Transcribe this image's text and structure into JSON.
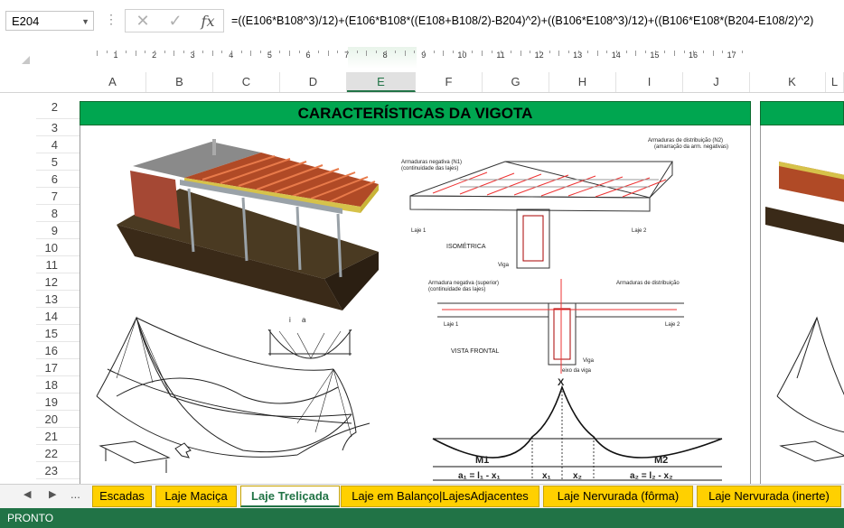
{
  "formula_bar": {
    "name_box": "E204",
    "formula": "=((E106*B108^3)/12)+(E106*B108*((E108+B108/2)-B204)^2)+((B106*E108^3)/12)+((B106*E108*(B204-E108/2)^2)",
    "cancel_icon": "x-icon",
    "enter_icon": "check-icon",
    "function_label": "fx"
  },
  "ruler": {
    "numbers": [
      "1",
      "2",
      "3",
      "4",
      "5",
      "6",
      "7",
      "8",
      "9",
      "10",
      "11",
      "12",
      "13",
      "14",
      "15",
      "16",
      "17"
    ]
  },
  "columns": [
    "A",
    "B",
    "C",
    "D",
    "E",
    "F",
    "G",
    "H",
    "I",
    "J",
    "K",
    "L"
  ],
  "active_column": "E",
  "rows": [
    "2",
    "3",
    "4",
    "5",
    "6",
    "7",
    "8",
    "9",
    "10",
    "11",
    "12",
    "13",
    "14",
    "15",
    "16",
    "17",
    "18",
    "19",
    "20",
    "21",
    "22",
    "23"
  ],
  "sheet": {
    "title": "CARACTERÍSTICAS DA VIGOTA",
    "diagram_labels": {
      "armadura_negativa": "Armaduras negativa (N1)",
      "continuidade": "(continuidade das lajes)",
      "armadura_dist": "Armaduras de distribuição (N2)",
      "amarracao": "(amarração da arm. negativas)",
      "laje1": "Laje 1",
      "laje2": "Laje 2",
      "isometrica": "ISOMÉTRICA",
      "viga": "Viga",
      "arm_neg_sup": "Armadura negativa (superior)",
      "continuidade2": "(continuidade das lajes)",
      "arm_dist2": "Armaduras de distribuição",
      "laje1b": "Laje 1",
      "laje2b": "Laje 2",
      "vista_frontal": "VISTA FRONTAL",
      "viga2": "Viga",
      "eixo": "eixo da viga",
      "x": "X",
      "m1": "M1",
      "m2": "M2",
      "a1": "a₁ = l₁ - x₁",
      "x1": "x₁",
      "x2": "x₂",
      "a2": "a₂ = l₂ - x₂",
      "i_label": "i",
      "a_label": "a"
    }
  },
  "tabs": {
    "nav_prev": "◀",
    "nav_next": "▶",
    "ellipsis": "...",
    "items": [
      "Escadas",
      "Laje Maciça",
      "Laje Treliçada",
      "Laje em Balanço|LajesAdjacentes",
      "Laje Nervurada (fôrma)",
      "Laje Nervurada (inerte)"
    ],
    "active": "Laje Treliçada"
  },
  "status": {
    "text": "PRONTO"
  }
}
